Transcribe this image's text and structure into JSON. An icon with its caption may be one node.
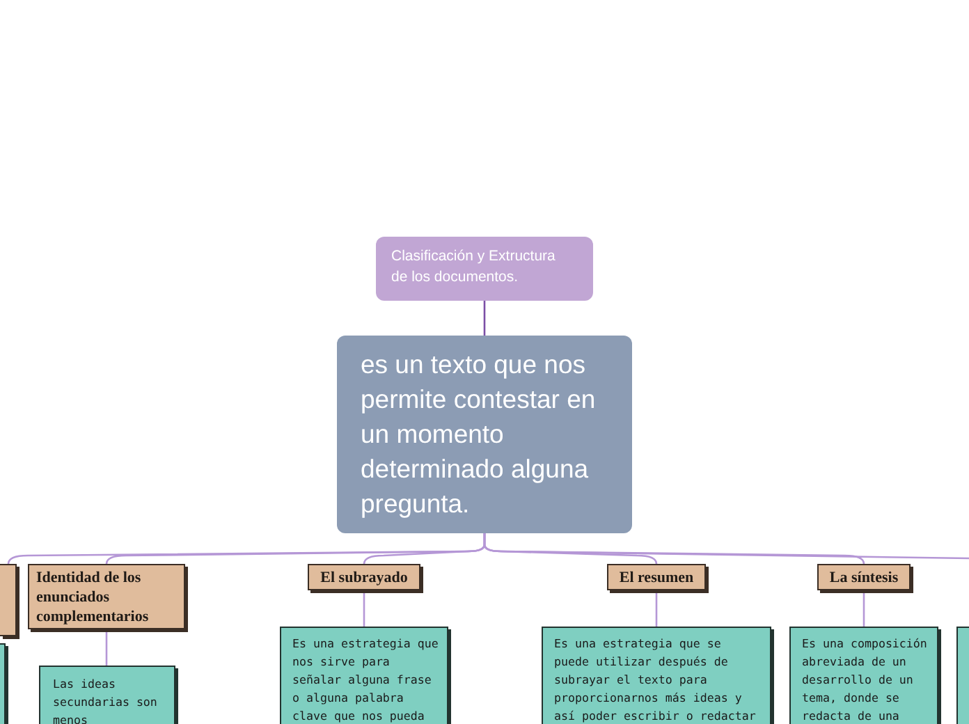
{
  "diagram": {
    "nodes": [
      {
        "text": [
          "Clasificación y Extructura de los documentos."
        ]
      },
      {
        "text": [
          "es un texto que nos permite contestar en un momento determinado alguna pregunta."
        ]
      },
      {
        "text": [],
        "shape": "box"
      },
      {
        "text": [
          "Identidad de los enunciados complementarios"
        ]
      },
      {
        "text": [
          "El subrayado"
        ]
      },
      {
        "text": [
          "El resumen"
        ]
      },
      {
        "text": [
          "La síntesis"
        ]
      },
      {
        "text": [],
        "shape": "box"
      },
      {
        "text": [
          "Las ideas secundarias son menos"
        ]
      },
      {
        "text": [
          "Es una estrategia que nos sirve para señalar alguna frase o alguna palabra clave que nos pueda"
        ]
      },
      {
        "text": [
          "Es una estrategia que se puede utilizar después de subrayar el texto para proporcionarnos más ideas y así poder escribir o redactar"
        ]
      },
      {
        "text": [
          "Es una composición abreviada de un desarrollo de un tema, donde se redacta de una"
        ]
      },
      {
        "text": [],
        "shape": "box"
      }
    ],
    "edges": [
      {
        "from": 0,
        "to": 1,
        "arrow": "none",
        "color": "#7b4fa6"
      },
      {
        "from": 1,
        "to": 2,
        "arrow": "none"
      },
      {
        "from": 1,
        "to": 3,
        "arrow": "none"
      },
      {
        "from": 1,
        "to": 4,
        "arrow": "none"
      },
      {
        "from": 1,
        "to": 5,
        "arrow": "none"
      },
      {
        "from": 1,
        "to": 6,
        "arrow": "none"
      },
      {
        "from": 1,
        "to": null,
        "arrow": "none"
      },
      {
        "from": 3,
        "to": 8,
        "arrow": "none"
      },
      {
        "from": 4,
        "to": 9,
        "arrow": "none"
      },
      {
        "from": 5,
        "to": 10,
        "arrow": "none"
      },
      {
        "from": 6,
        "to": 11,
        "arrow": "none"
      }
    ]
  }
}
